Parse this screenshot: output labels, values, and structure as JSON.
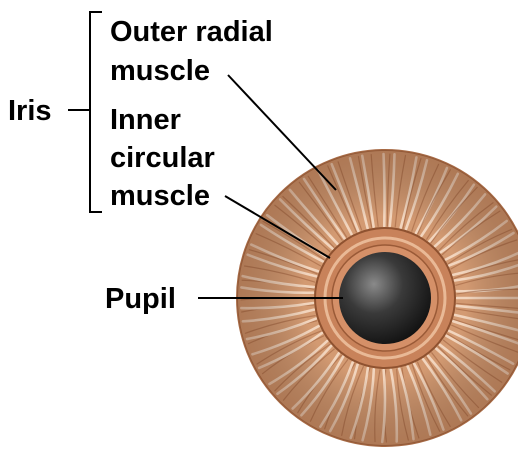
{
  "labels": {
    "iris": "Iris",
    "outer_radial_line1": "Outer radial",
    "outer_radial_line2": "muscle",
    "inner_circular_line1": "Inner",
    "inner_circular_line2": "circular",
    "inner_circular_line3": "muscle",
    "pupil": "Pupil"
  },
  "colors": {
    "iris_fill": "#d39a72",
    "iris_edge": "#a76a45",
    "streak_light": "#f7dfcb",
    "streak_dark": "#9c5e3c",
    "circular_band": "#c8825a",
    "pupil_core": "#1a1a1a",
    "pupil_highlight": "#8a8a8a",
    "leader_line": "#000000"
  }
}
